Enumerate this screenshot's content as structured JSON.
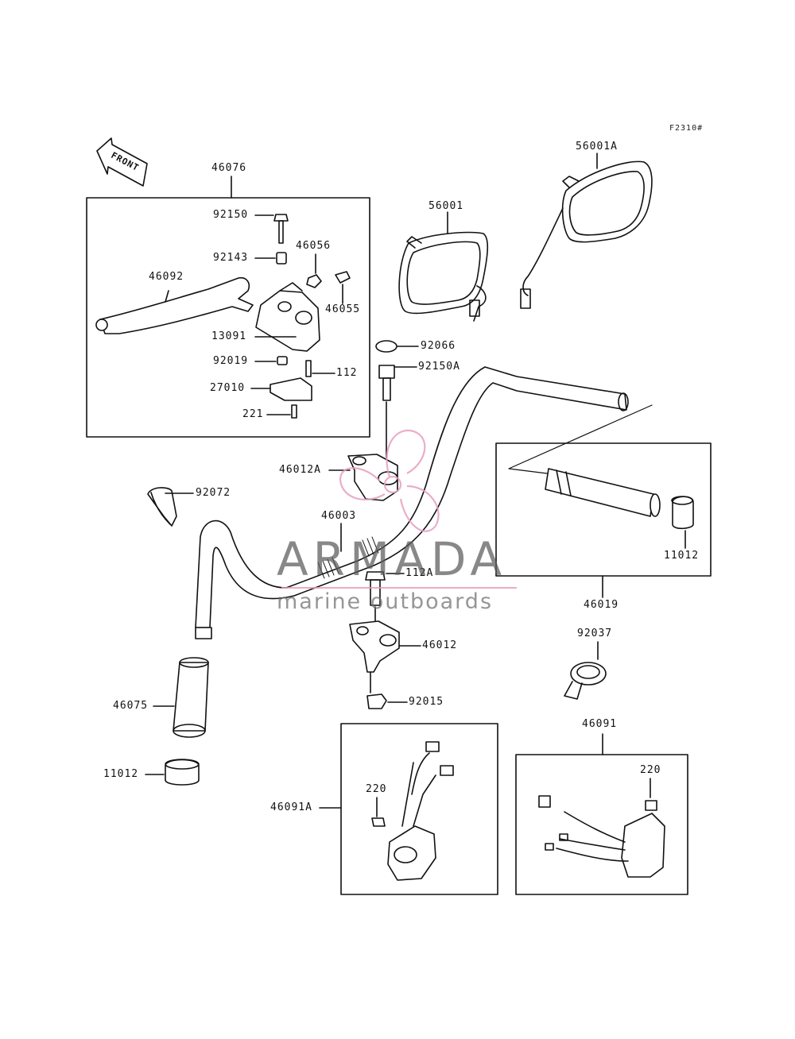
{
  "figure_code": "F2310#",
  "front_marker": "FRONT",
  "watermark": {
    "brand": "ARMADA",
    "tagline": "marine outboards",
    "accent_color": "#e6a0bf"
  },
  "labels": {
    "l46076": "46076",
    "l92150": "92150",
    "l92143": "92143",
    "l46056": "46056",
    "l46092": "46092",
    "l46055": "46055",
    "l13091": "13091",
    "l92019": "92019",
    "l112": "112",
    "l27010": "27010",
    "l221": "221",
    "l56001": "56001",
    "l56001A": "56001A",
    "l92066": "92066",
    "l92150A": "92150A",
    "l46012A": "46012A",
    "l92072": "92072",
    "l46003": "46003",
    "l112A": "112A",
    "l46012": "46012",
    "l92015": "92015",
    "l46075": "46075",
    "l11012a": "11012",
    "l11012b": "11012",
    "l46019": "46019",
    "l92037": "92037",
    "l46091": "46091",
    "l46091A": "46091A",
    "l220a": "220",
    "l220b": "220"
  }
}
